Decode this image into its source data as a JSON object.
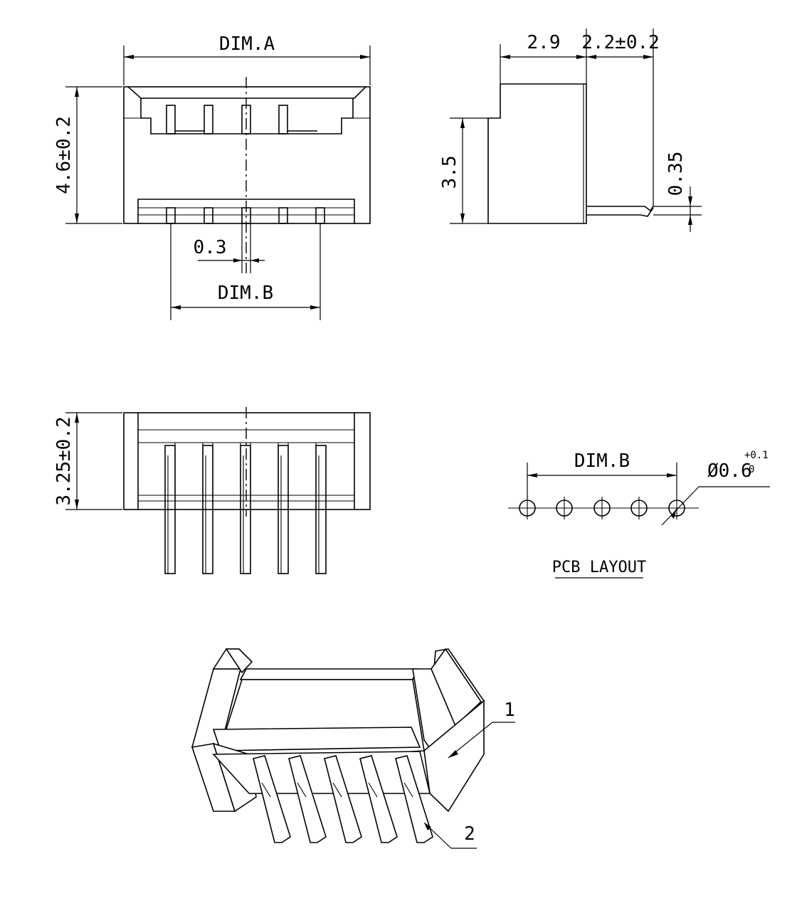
{
  "front_view": {
    "dim_a": "DIM.A",
    "height": "4.6±0.2",
    "pin_width": "0.3",
    "dim_b": "DIM.B"
  },
  "side_view": {
    "depth_top": "2.9",
    "offset": "2.2±0.2",
    "height": "3.5",
    "pin_thickness": "0.35"
  },
  "bottom_view": {
    "height": "3.25±0.2"
  },
  "pcb_layout": {
    "dim_b": "DIM.B",
    "hole_diameter": "Ø0.6",
    "tol_plus": "+0.1",
    "tol_minus": "0",
    "title": "PCB LAYOUT",
    "hole_count": 5
  },
  "iso_view": {
    "callout_1": "1",
    "callout_2": "2"
  }
}
